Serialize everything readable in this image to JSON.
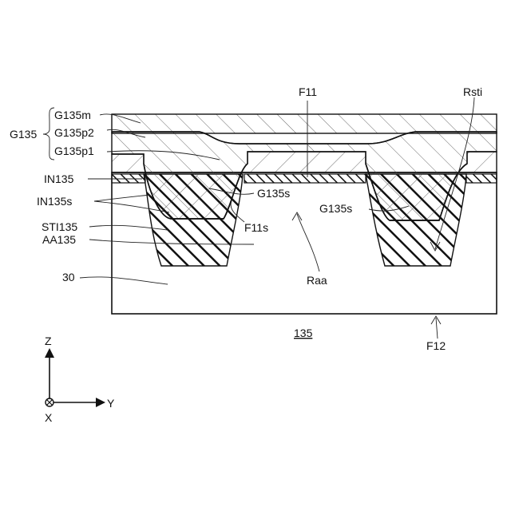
{
  "figure": {
    "groups": {
      "g135": "G135"
    },
    "layers": {
      "g135m": "G135m",
      "g135p2": "G135p2",
      "g135p1": "G135p1",
      "in135": "IN135",
      "in135s": "IN135s",
      "sti135": "STI135",
      "aa135": "AA135",
      "substrate": "30"
    },
    "callouts": {
      "f11": "F11",
      "rsti": "Rsti",
      "g135s_left": "G135s",
      "g135s_right": "G135s",
      "f11s": "F11s",
      "raa": "Raa",
      "f12": "F12"
    },
    "caption": "135",
    "axes": {
      "z": "Z",
      "y": "Y",
      "x": "X"
    }
  }
}
